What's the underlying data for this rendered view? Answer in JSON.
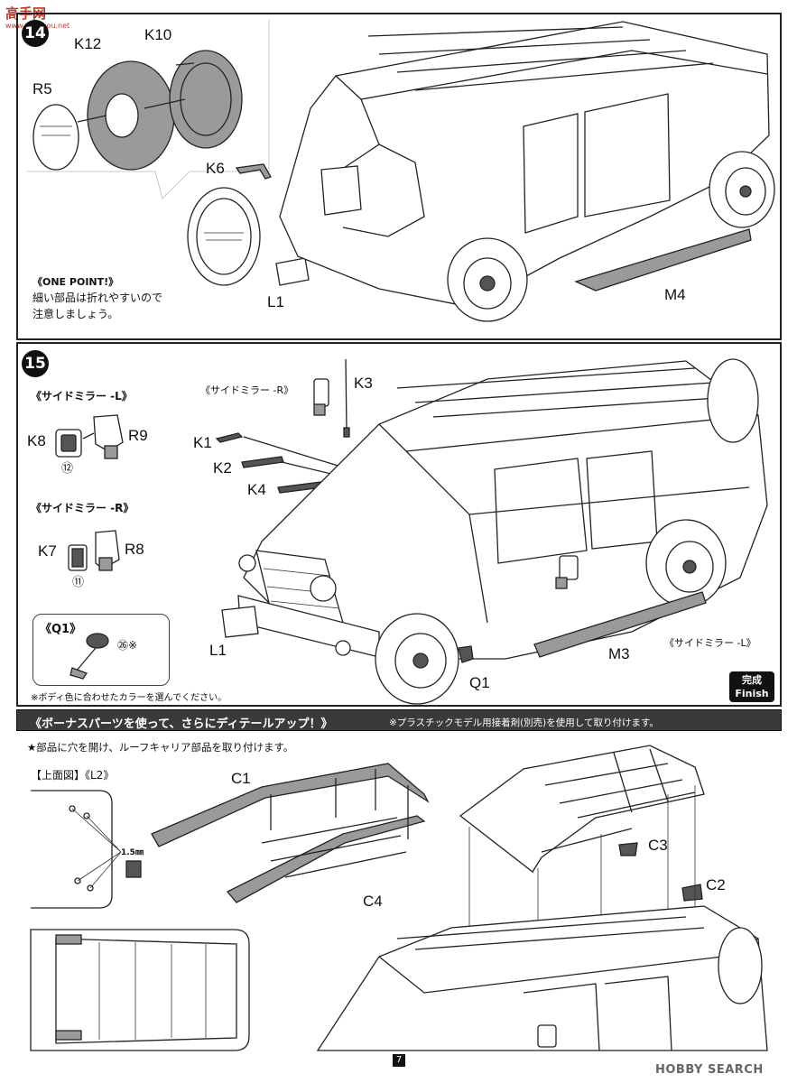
{
  "watermark": {
    "site_name": "高手网",
    "site_url": "www.gaoshou.net",
    "footer": "HOBBY SEARCH"
  },
  "step14": {
    "number": "14",
    "labels": {
      "k12": "K12",
      "k10": "K10",
      "r5": "R5",
      "k6": "K6",
      "l1": "L1",
      "m4": "M4"
    },
    "one_point_title": "《ONE POINT!》",
    "one_point_line1": "細い部品は折れやすいので",
    "one_point_line2": "注意しましょう。"
  },
  "step15": {
    "number": "15",
    "mirror_l_title": "《サイドミラー -L》",
    "mirror_r_title": "《サイドミラー -R》",
    "mirror_r_callout": "《サイドミラー -R》",
    "mirror_l_callout": "《サイドミラー -L》",
    "labels": {
      "k8": "K8",
      "r9": "R9",
      "k7": "K7",
      "r8": "R8",
      "k3": "K3",
      "k1": "K1",
      "k2": "K2",
      "k4": "K4",
      "l1": "L1",
      "m3": "M3",
      "q1": "Q1"
    },
    "circle_12": "⑫",
    "circle_11": "⑪",
    "q1_box_title": "《Q1》",
    "circle_26": "㉖※",
    "color_note": "※ボディ色に合わせたカラーを選んでください。",
    "finish_jp": "完成",
    "finish_en": "Finish"
  },
  "bonus": {
    "title": "《ボーナスパーツを使って、さらにディテールアップ！》",
    "subtitle": "※プラスチックモデル用接着剤(別売)を使用して取り付けます。",
    "instruction": "★部品に穴を開け、ルーフキャリア部品を取り付けます。",
    "top_view_label": "【上面図】《L2》",
    "drill_size": "1.5",
    "drill_unit": "㎜",
    "labels": {
      "c1": "C1",
      "c4": "C4",
      "c3": "C3",
      "c2": "C2"
    }
  },
  "page_number": "7"
}
